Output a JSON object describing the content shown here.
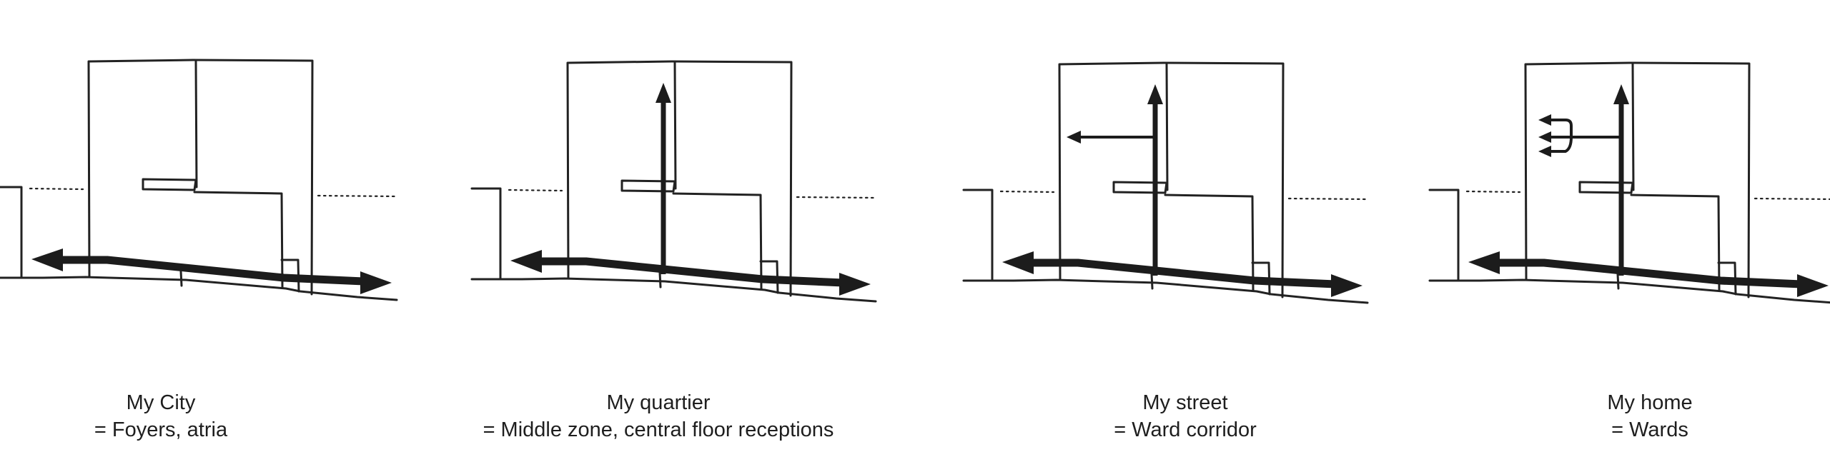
{
  "panels": [
    {
      "id": "city",
      "title": "My City",
      "subtitle": "= Foyers, atria"
    },
    {
      "id": "quartier",
      "title": "My quartier",
      "subtitle": "= Middle zone, central floor receptions"
    },
    {
      "id": "street",
      "title": "My street",
      "subtitle": "= Ward corridor"
    },
    {
      "id": "home",
      "title": "My home",
      "subtitle": "= Wards"
    }
  ],
  "colors": {
    "line": "#222222",
    "arrow": "#1c1c1c",
    "text": "#1e1e1e"
  }
}
